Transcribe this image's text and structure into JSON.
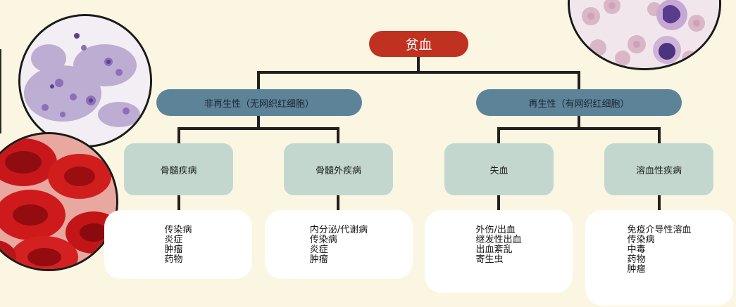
{
  "root": {
    "label": "贫血"
  },
  "categories": [
    {
      "label": "非再生性（无网织红细胞）",
      "groups": [
        {
          "label": "骨髓疾病",
          "items": [
            "传染病",
            "炎症",
            "肿瘤",
            "药物"
          ]
        },
        {
          "label": "骨髓外疾病",
          "items": [
            "内分泌/代谢病",
            "传染病",
            "炎症",
            "肿瘤"
          ]
        }
      ]
    },
    {
      "label": "再生性（有网织红细胞）",
      "groups": [
        {
          "label": "失血",
          "items": [
            "外伤/出血",
            "继发性出血",
            "出血紊乱",
            "寄生虫"
          ]
        },
        {
          "label": "溶血性疾病",
          "items": [
            "免疫介导性溶血",
            "传染病",
            "中毒",
            "药物",
            "肿瘤"
          ]
        }
      ]
    }
  ],
  "colors": {
    "background": "#fbf6e1",
    "root": "#c0311f",
    "category": "#5d8399",
    "subcategory": "#c3d7cf",
    "leaf": "#ffffff",
    "connector": "#241f1c"
  },
  "images": [
    "blood-smear-micrograph",
    "red-blood-cells-closeup",
    "white-blood-cell-smear"
  ]
}
